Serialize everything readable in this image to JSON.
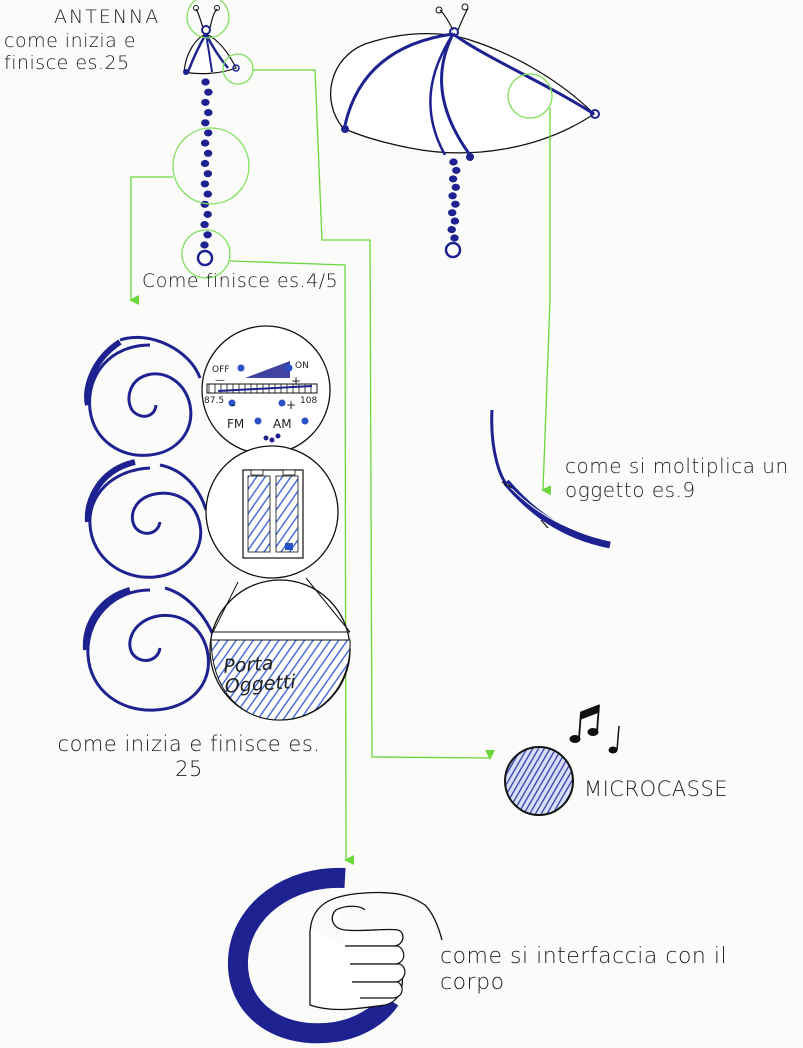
{
  "labels": {
    "antenna": "ANTENNA",
    "antenna_start_end": "come inizia e finisce es.25",
    "end_ex": "Come finisce es.4/5",
    "multiply": "come si moltiplica un oggetto es.9",
    "start_end_ex": "come inizia e finisce es. 25",
    "speakers": "MICROCASSE",
    "body_interface": "come si interfaccia con il corpo"
  },
  "radio_panel": {
    "off": "OFF",
    "on": "ON",
    "minus_top": "—",
    "plus_top": "+",
    "freq_low": "87.5",
    "freq_high": "108",
    "minus": "-",
    "plus": "+",
    "fm": "FM",
    "am": "AM"
  },
  "compartment": {
    "label": "Porta Oggetti"
  },
  "colors": {
    "ink_blue": "#1e2290",
    "light_blue": "#5a7fd8",
    "arrow_green": "#6bd63a",
    "circle_green": "#7ee05a",
    "line": "#111111"
  }
}
